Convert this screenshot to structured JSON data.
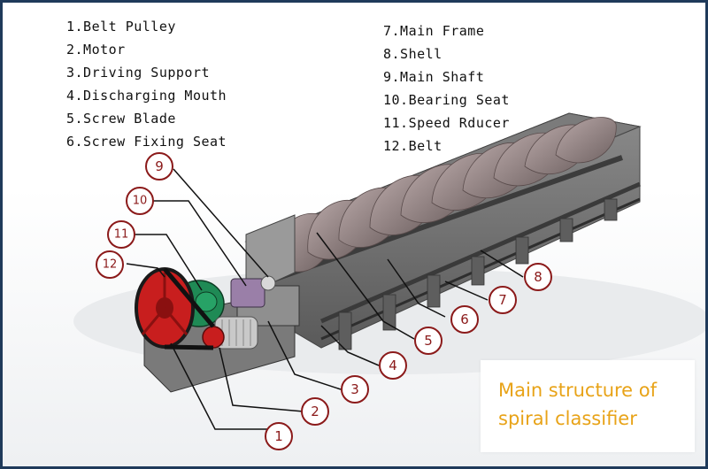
{
  "legend_left": [
    "1.Belt Pulley",
    "2.Motor",
    "3.Driving Support",
    "4.Discharging Mouth",
    "5.Screw Blade",
    "6.Screw Fixing Seat"
  ],
  "legend_right": [
    "7.Main Frame",
    "8.Shell",
    "9.Main Shaft",
    "10.Bearing Seat",
    "11.Speed Rducer",
    "12.Belt"
  ],
  "callout": {
    "line1": "Main structure of",
    "line2": "spiral classifier"
  },
  "markers": [
    "1",
    "2",
    "3",
    "4",
    "5",
    "6",
    "7",
    "8",
    "9",
    "10",
    "11",
    "12"
  ],
  "colors": {
    "frame": "#1f3a5a",
    "marker_stroke": "#8b1a1a",
    "pulley_red": "#c81e1e",
    "reducer_green": "#1f8a55",
    "callout_text": "#e8a318"
  }
}
